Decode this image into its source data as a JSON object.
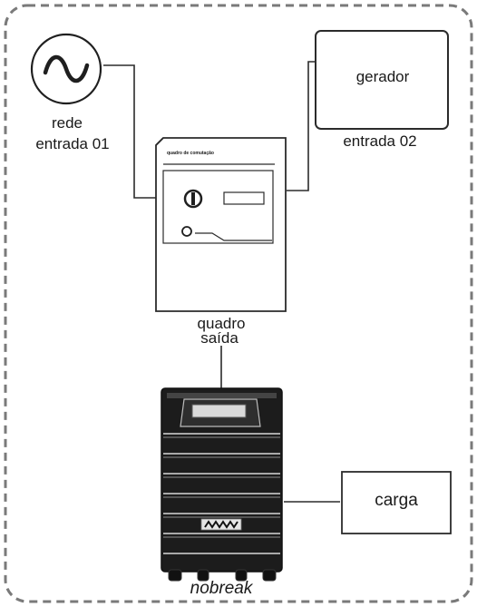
{
  "source": {
    "name": "rede",
    "input": "entrada 01",
    "icon": "sine-wave-icon"
  },
  "generator": {
    "name": "gerador",
    "input": "entrada 02"
  },
  "panel": {
    "line1": "quadro",
    "line2": "saída",
    "header_text": "quadro de comutação"
  },
  "ups": {
    "name": "nobreak"
  },
  "load": {
    "name": "carga"
  },
  "colors": {
    "line": "#2b2b2b",
    "dashed_border": "#777777",
    "ups_body": "#1c1c1c"
  }
}
